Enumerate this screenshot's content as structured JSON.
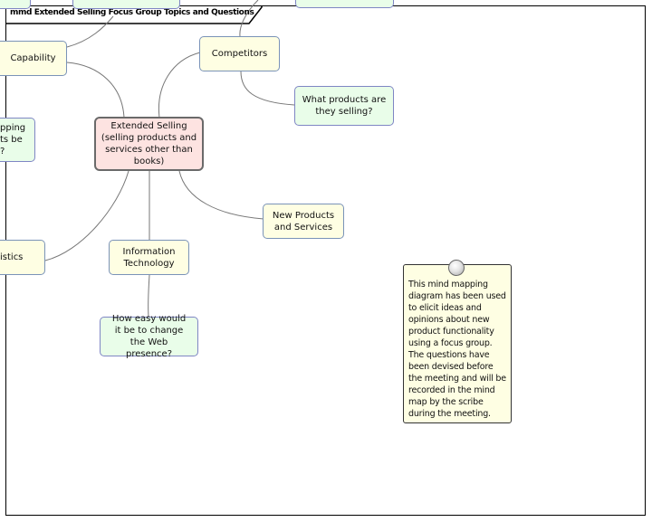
{
  "diagram": {
    "frame_title": "mmd Extended Selling Focus Group Topics and Questions",
    "central": {
      "label": "Extended Selling (selling products and services other than books)"
    },
    "topics": [
      {
        "id": "capability",
        "label": "Capability"
      },
      {
        "id": "competitors",
        "label": "Competitors"
      },
      {
        "id": "logistics",
        "label": "istics"
      },
      {
        "id": "information-technology",
        "label": "Information Technology"
      },
      {
        "id": "new-products",
        "label": "New Products and Services"
      }
    ],
    "questions": [
      {
        "id": "what-products",
        "label": "What products are they selling?"
      },
      {
        "id": "web-presence",
        "label": "How easy would it be to change the Web presence?"
      },
      {
        "id": "shipping-partial",
        "label": "pping\nts be\n?"
      },
      {
        "id": "top-left-partial-1",
        "label": ""
      },
      {
        "id": "top-left-partial-2",
        "label": ""
      },
      {
        "id": "top-right-partial",
        "label": ""
      }
    ],
    "note": {
      "text": "This mind mapping diagram has been used to elicit ideas and opinions about new product functionality using a focus group. The questions have been devised before the meeting and will be recorded in the mind map by the scribe during the meeting."
    },
    "colors": {
      "topic_fill": "#fefee3",
      "question_fill": "#e9fde9",
      "central_fill": "#fde3e1",
      "link": "#707070"
    }
  }
}
